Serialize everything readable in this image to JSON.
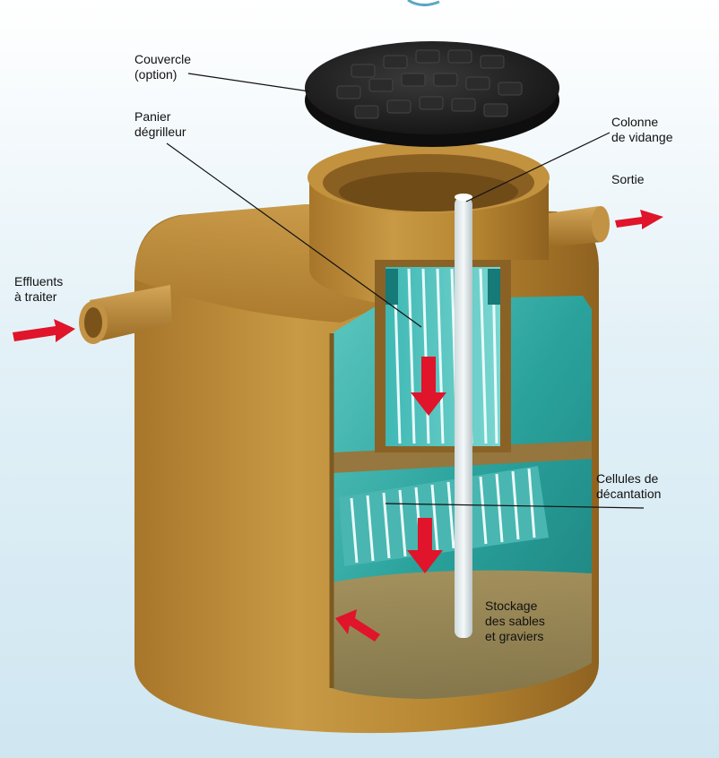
{
  "labels": {
    "couvercle": "Couvercle\n(option)",
    "panier": "Panier\ndégrilleur",
    "colonne": "Colonne\nde vidange",
    "sortie": "Sortie",
    "effluents": "Effluents\nà traiter",
    "cellules": "Cellules de\ndécantation",
    "stockage": "Stockage\ndes sables\net graviers"
  },
  "colors": {
    "tank": "#b8842f",
    "water": "#2fa6a0",
    "lid": "#1e1e1e",
    "arrow": "#e0142a",
    "pipe": "#e6eef0"
  }
}
